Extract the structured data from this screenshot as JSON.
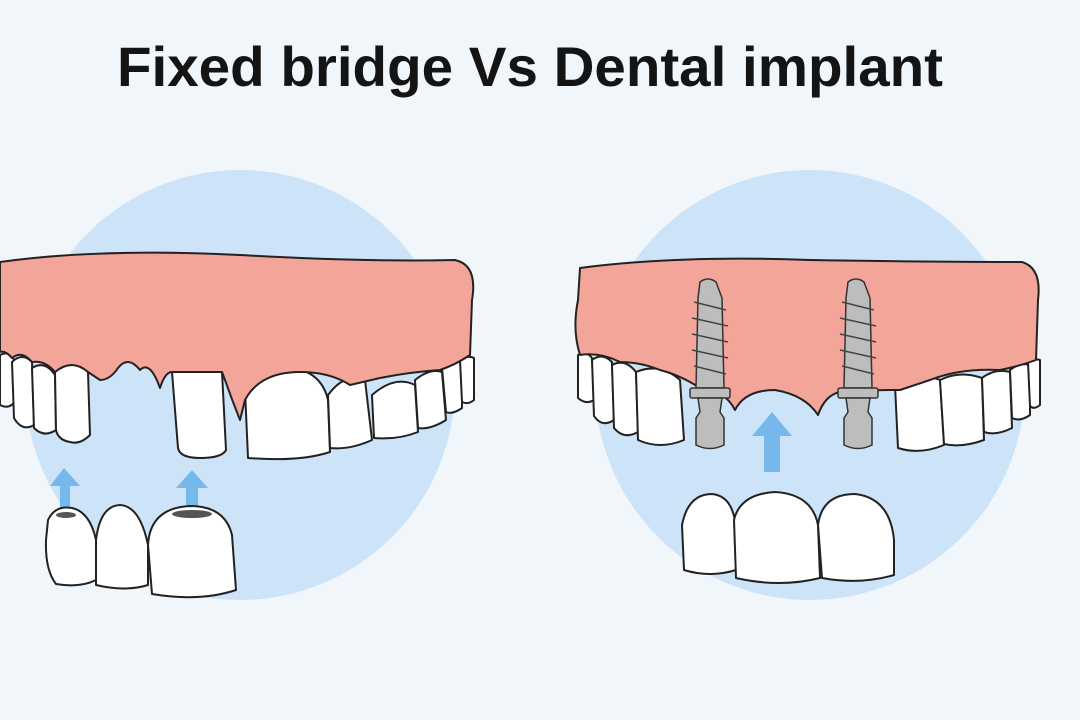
{
  "title": "Fixed bridge Vs Dental implant",
  "colors": {
    "background": "#f1f6fb",
    "circle": "#cde4f8",
    "gum": "#f4a59a",
    "arrow": "#76b8ec",
    "implant": "#bdbdbd"
  },
  "panels": [
    {
      "illustration": "fixed-bridge"
    },
    {
      "illustration": "dental-implant"
    }
  ]
}
